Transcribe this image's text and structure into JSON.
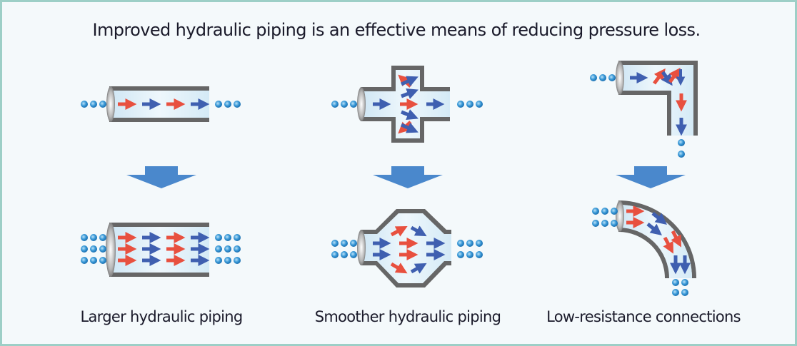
{
  "title": "Improved hydraulic piping is an effective means of reducing pressure loss.",
  "colors": {
    "border": "#9dcfc7",
    "background": "#f4f9fb",
    "pipe_wall": "#666666",
    "pipe_interior": "#dcedf7",
    "flow_red": "#e8503f",
    "flow_blue": "#3f5fb0",
    "particle": "#2f93d6",
    "transition_arrow": "#4a88cc"
  },
  "panels": [
    {
      "id": "larger",
      "caption": "Larger hydraulic piping",
      "before": "narrow straight pipe, single flow lane",
      "after": "wide straight pipe, three flow lanes"
    },
    {
      "id": "smoother",
      "caption": "Smoother hydraulic piping",
      "before": "cross-shaped junction with turbulent flow",
      "after": "octagonal chamfered chamber with smooth flow"
    },
    {
      "id": "low-resistance",
      "caption": "Low-resistance connections",
      "before": "sharp 90-degree elbow with turbulent flow",
      "after": "curved bend with smooth flow"
    }
  ]
}
